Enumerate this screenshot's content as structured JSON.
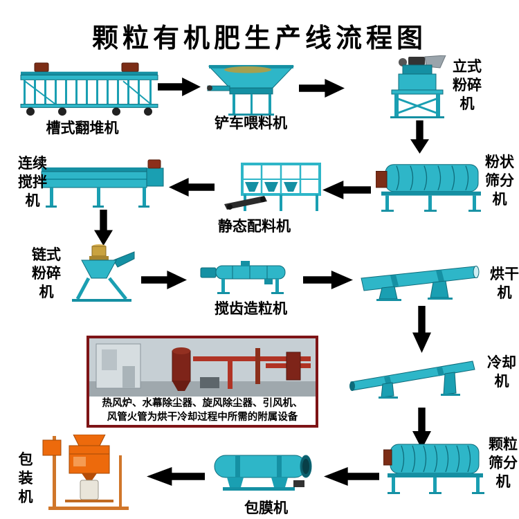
{
  "page": {
    "title": "颗粒有机肥生产线流程图"
  },
  "nodes": {
    "turner": {
      "label": "槽式翻堆机"
    },
    "feeder": {
      "label": "铲车喂料机"
    },
    "vertical_crusher": {
      "label": "立式粉碎机"
    },
    "powder_screener": {
      "label": "粉状筛分机"
    },
    "static_batcher": {
      "label": "静态配料机"
    },
    "mixer": {
      "label": "连续搅拌机"
    },
    "chain_crusher": {
      "label": "链式粉碎机"
    },
    "granulator": {
      "label": "搅齿造粒机"
    },
    "dryer": {
      "label": "烘干机"
    },
    "cooler": {
      "label": "冷却机"
    },
    "granule_screener": {
      "label": "颗粒筛分机"
    },
    "coater": {
      "label": "包膜机"
    },
    "packer": {
      "label": "包装机"
    }
  },
  "inset": {
    "caption_line1": "热风炉、水幕除尘器、旋风除尘器、引风机、",
    "caption_line2": "风管火管为烘干冷却过程中所需的附属设备"
  },
  "flow_order": [
    "turner",
    "feeder",
    "vertical_crusher",
    "powder_screener",
    "static_batcher",
    "mixer",
    "chain_crusher",
    "granulator",
    "dryer",
    "cooler",
    "granule_screener",
    "coater",
    "packer"
  ],
  "colors": {
    "machine_teal": "#2eb6c8",
    "machine_teal_dark": "#1590a3",
    "packer_orange": "#ed6a0c",
    "arrow": "#000000",
    "inset_border": "#7e1416"
  }
}
